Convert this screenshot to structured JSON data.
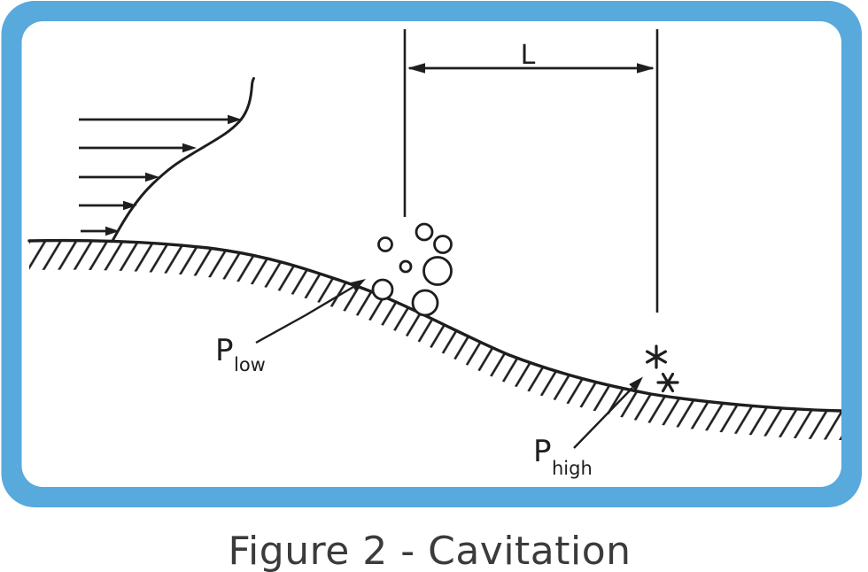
{
  "figure": {
    "caption": "Figure 2 - Cavitation",
    "dimension_label": "L",
    "p_low": {
      "main": "P",
      "sub": "low"
    },
    "p_high": {
      "main": "P",
      "sub": "high"
    }
  },
  "colors": {
    "frame": "#58a9dc",
    "panel": "#ffffff",
    "page": "#ffffff",
    "ink": "#1e1e1e",
    "caption": "#3b3b3b"
  }
}
